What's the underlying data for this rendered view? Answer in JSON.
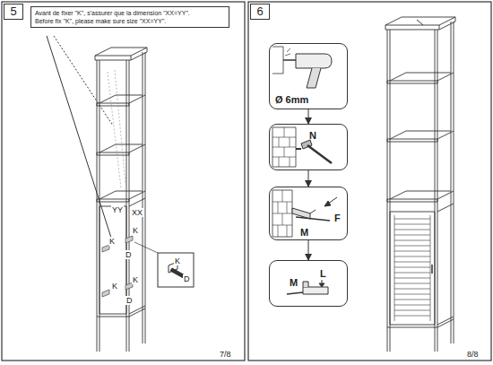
{
  "diagram": {
    "nodes": [
      {
        "text": [
          "5"
        ]
      },
      {
        "text": [
          "Avant de fixer \"K\", s'assurer que la dimension \"XX=YY\".",
          "Before fix \"K\", please make sure size \"XX=YY\"."
        ]
      },
      {
        "text": [
          "6"
        ]
      },
      {
        "text": [
          "Ø 6mm"
        ]
      },
      {
        "text": [
          "N"
        ]
      },
      {
        "text": [
          "M",
          "F"
        ]
      },
      {
        "text": [
          "M",
          "L"
        ]
      }
    ],
    "edges": [
      {
        "from": 3,
        "to": 4,
        "arrow": "to"
      },
      {
        "from": 4,
        "to": 5,
        "arrow": "to"
      },
      {
        "from": 5,
        "to": 6,
        "arrow": "to"
      }
    ],
    "labels": [
      "YY",
      "XX",
      "K",
      "K",
      "D",
      "K",
      "K",
      "D",
      "K",
      "D",
      "7/8",
      "8/8"
    ]
  }
}
